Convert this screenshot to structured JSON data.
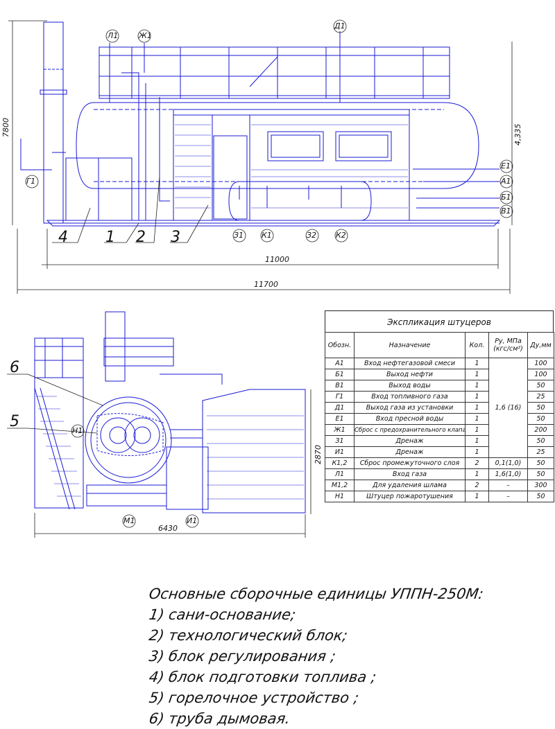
{
  "top_view": {
    "dims": {
      "height_total": "7800",
      "height_part": "4,335",
      "length_inner": "11000",
      "length_total": "11700"
    },
    "callouts": [
      "Л1",
      "Ж1",
      "Д1",
      "Г1",
      "Е1",
      "А1",
      "Б1",
      "В1",
      "З1",
      "К1",
      "З2",
      "К2"
    ],
    "parts": [
      "4",
      "1",
      "2",
      "3"
    ]
  },
  "side_view": {
    "dims": {
      "height": "2870",
      "width": "6430"
    },
    "callouts": [
      "Н1",
      "М1",
      "И1"
    ],
    "parts": [
      "6",
      "5"
    ]
  },
  "table": {
    "title": "Экспликация штуцеров",
    "headers": [
      "Обозн.",
      "Назначение",
      "Кол.",
      "Ру, МПа (кгс/см²)",
      "Ду,мм"
    ],
    "rows": [
      [
        "А1",
        "Вход нефтегазовой смеси",
        "1",
        "",
        "100"
      ],
      [
        "Б1",
        "Выход нефти",
        "1",
        "",
        "100"
      ],
      [
        "В1",
        "Выход воды",
        "1",
        "",
        "50"
      ],
      [
        "Г1",
        "Вход топливного газа",
        "1",
        "1,6 (16)",
        "25"
      ],
      [
        "Д1",
        "Выход газа из установки",
        "1",
        "",
        "50"
      ],
      [
        "Е1",
        "Вход пресной воды",
        "1",
        "",
        "50"
      ],
      [
        "Ж1",
        "Сброс с предохранительного клапана",
        "1",
        "",
        "200"
      ],
      [
        "З1",
        "Дренаж",
        "1",
        "",
        "50"
      ],
      [
        "И1",
        "Дренаж",
        "1",
        "",
        "25"
      ],
      [
        "К1,2",
        "Сброс промежуточного слоя",
        "2",
        "0,1(1,0)",
        "50"
      ],
      [
        "Л1",
        "Вход газа",
        "1",
        "1,6(1,0)",
        "50"
      ],
      [
        "М1,2",
        "Для удаления шлама",
        "2",
        "–",
        "300"
      ],
      [
        "Н1",
        "Штуцер пожаротушения",
        "1",
        "–",
        "50"
      ]
    ]
  },
  "notes": {
    "title": "Основные сборочные единицы УППН-250М:",
    "items": [
      "1) сани-основание;",
      "2) технологический блок;",
      "3) блок регулирования ;",
      "4) блок подготовки топлива ;",
      "5) горелочное устройство ;",
      "6) труба дымовая."
    ]
  },
  "colors": {
    "line": "#1a1ad6",
    "dim": "#222222"
  }
}
